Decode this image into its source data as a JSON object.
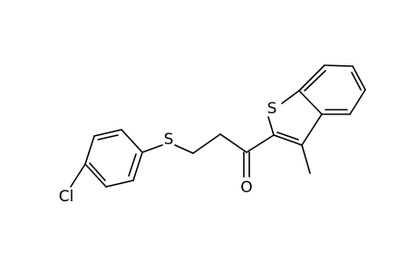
{
  "molecule": {
    "atom_labels": {
      "chlorine": "Cl",
      "thioether_sulfur": "S",
      "thiophene_sulfur": "S",
      "carbonyl_oxygen": "O"
    },
    "bond_color": "#000000",
    "background_color": "#ffffff"
  }
}
